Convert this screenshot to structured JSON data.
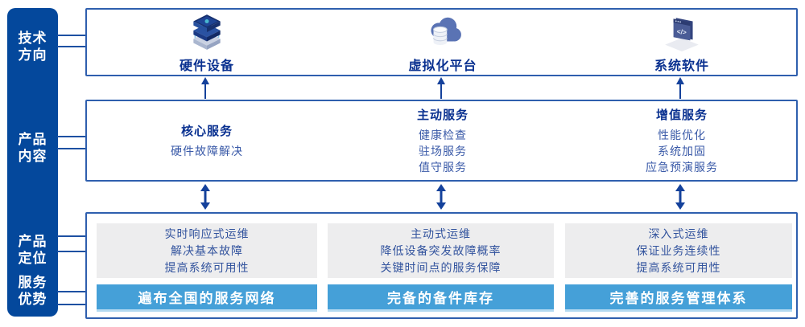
{
  "sidebar": {
    "background": "#04489c",
    "items": [
      {
        "label": "技术\n方向"
      },
      {
        "label": "产品\n内容"
      },
      {
        "label": "产品\n定位"
      },
      {
        "label": "服务\n优势"
      }
    ]
  },
  "tech_row": {
    "columns": [
      {
        "icon": "server-stack-icon",
        "label": "硬件设备"
      },
      {
        "icon": "cloud-database-icon",
        "label": "虚拟化平台"
      },
      {
        "icon": "code-window-icon",
        "label": "系统软件"
      }
    ]
  },
  "content_row": {
    "columns": [
      {
        "title": "核心服务",
        "items": [
          "硬件故障解决"
        ]
      },
      {
        "title": "主动服务",
        "items": [
          "健康检查",
          "驻场服务",
          "值守服务"
        ]
      },
      {
        "title": "增值服务",
        "items": [
          "性能优化",
          "系统加固",
          "应急预演服务"
        ]
      }
    ]
  },
  "bottom_row": {
    "columns": [
      {
        "positioning": [
          "实时响应式运维",
          "解决基本故障",
          "提高系统可用性"
        ],
        "advantage": "遍布全国的服务网络"
      },
      {
        "positioning": [
          "主动式运维",
          "降低设备突发故障概率",
          "关键时间点的服务保障"
        ],
        "advantage": "完备的备件库存"
      },
      {
        "positioning": [
          "深入式运维",
          "保证业务连续性",
          "提高系统可用性"
        ],
        "advantage": "完善的服务管理体系"
      }
    ]
  },
  "colors": {
    "sidebar_blue": "#04489c",
    "box_border": "#2f5fae",
    "title_navy": "#0a3190",
    "item_blue": "#3a5aa8",
    "gray_panel": "#ededee",
    "banner_blue": "#45a0d8",
    "banner_edge": "#b4daf1",
    "arrow_blue": "#14419b"
  }
}
